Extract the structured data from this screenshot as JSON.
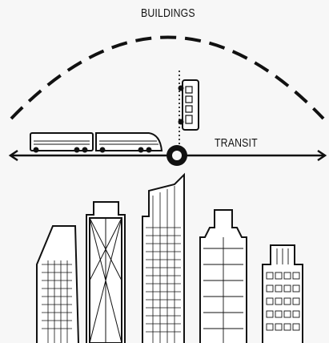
{
  "labels": {
    "buildings": "BUILDINGS",
    "transit": "TRANSIT"
  },
  "icons": {
    "train": "train-icon",
    "bus": "bus-icon",
    "station": "station-node-icon",
    "arc": "dashed-arc",
    "axis": "double-arrow-line",
    "skyline": "skyline-buildings"
  },
  "colors": {
    "line": "#111111",
    "background": "#f7f7f7"
  }
}
